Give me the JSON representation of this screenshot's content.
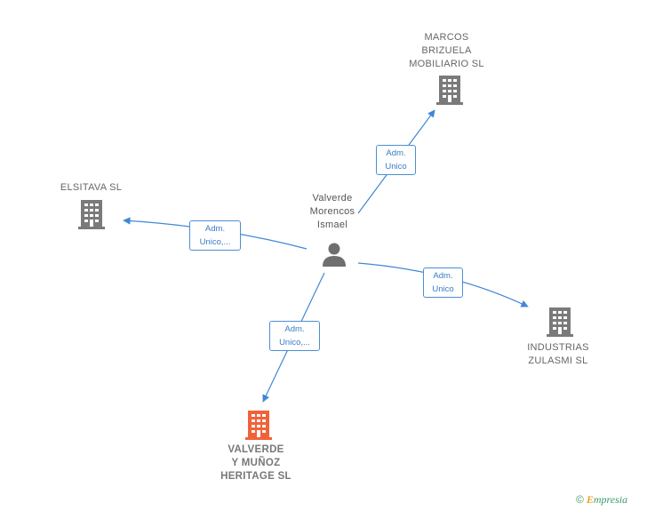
{
  "colors": {
    "edge": "#3f87d5",
    "building": "#7a7a7a",
    "building_highlight": "#f2623a",
    "person": "#6f6f6f"
  },
  "center": {
    "label": "Valverde\nMorencos\nIsmael",
    "icon": "person-icon"
  },
  "companies": [
    {
      "id": "marcos",
      "label": "MARCOS\nBRIZUELA\nMOBILIARIO SL",
      "icon": "building-icon",
      "highlight": false
    },
    {
      "id": "elsitava",
      "label": "ELSITAVA  SL",
      "icon": "building-icon",
      "highlight": false
    },
    {
      "id": "industrias",
      "label": "INDUSTRIAS\nZULASMI SL",
      "icon": "building-icon",
      "highlight": false
    },
    {
      "id": "valverde",
      "label": "VALVERDE\nY MUÑOZ\nHERITAGE  SL",
      "icon": "building-icon",
      "highlight": true
    }
  ],
  "relations": [
    {
      "to": "marcos",
      "line1": "Adm.",
      "line2": "Unico"
    },
    {
      "to": "elsitava",
      "line1": "Adm.",
      "line2": "Unico,..."
    },
    {
      "to": "industrias",
      "line1": "Adm.",
      "line2": "Unico"
    },
    {
      "to": "valverde",
      "line1": "Adm.",
      "line2": "Unico,..."
    }
  ],
  "watermark": {
    "copyright": "©",
    "brand_initial": "E",
    "brand_rest": "mpresia"
  }
}
